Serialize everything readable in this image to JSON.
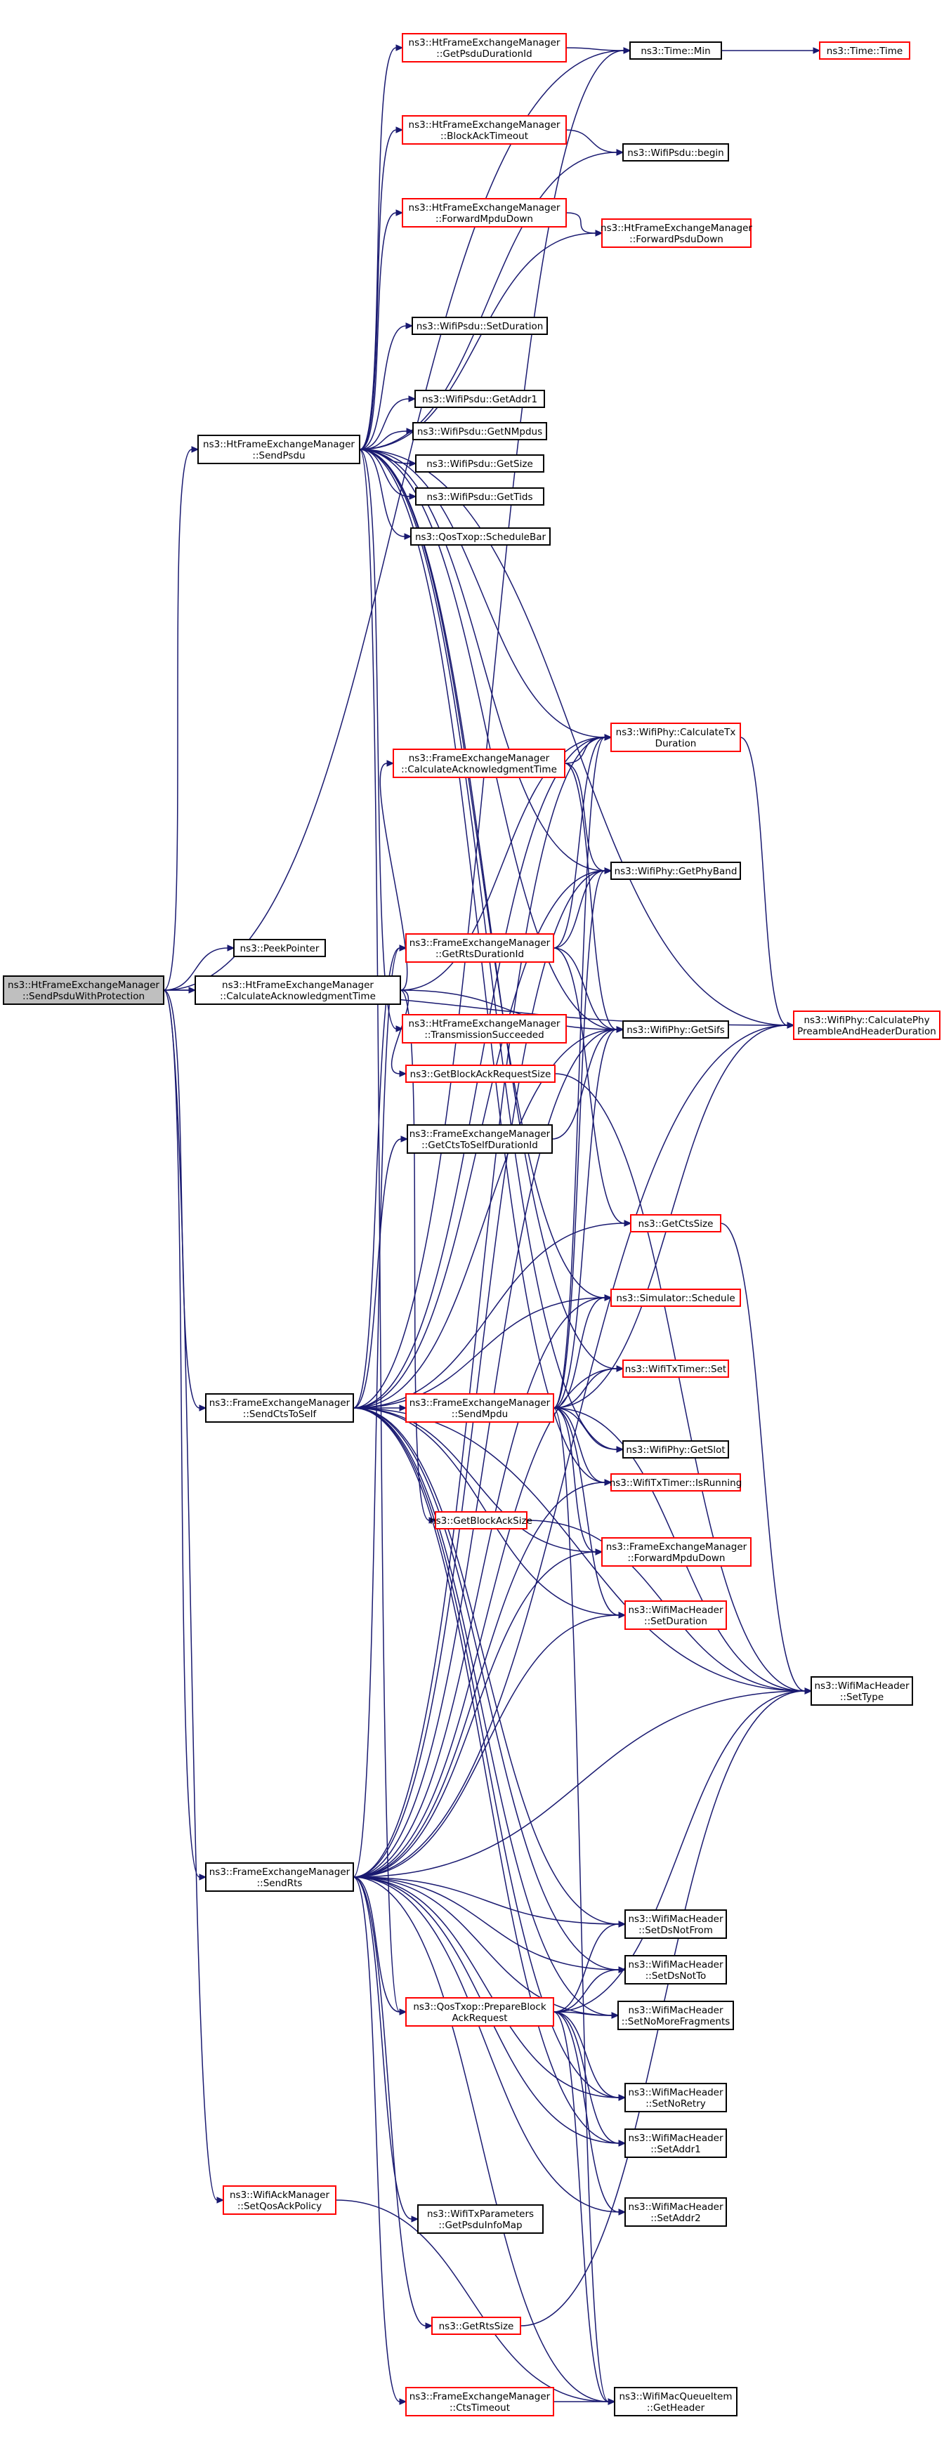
{
  "colors": {
    "edge": "#191970",
    "border_default": "#000000",
    "border_incomplete": "#ff0000",
    "fill_default": "#ffffff",
    "fill_root": "#bfbfbf"
  },
  "nodes": [
    {
      "id": "root",
      "lines": [
        "ns3::HtFrameExchangeManager",
        "::SendPsduWithProtection"
      ],
      "style": "root"
    },
    {
      "id": "getPsduDur",
      "lines": [
        "ns3::HtFrameExchangeManager",
        "::GetPsduDurationId"
      ],
      "style": "red"
    },
    {
      "id": "blockAckTimeout",
      "lines": [
        "ns3::HtFrameExchangeManager",
        "::BlockAckTimeout"
      ],
      "style": "red"
    },
    {
      "id": "fwdMpduDown",
      "lines": [
        "ns3::HtFrameExchangeManager",
        "::ForwardMpduDown"
      ],
      "style": "red"
    },
    {
      "id": "sendPsdu",
      "lines": [
        "ns3::HtFrameExchangeManager",
        "::SendPsdu"
      ],
      "style": "black"
    },
    {
      "id": "peek",
      "lines": [
        "ns3::PeekPointer"
      ],
      "style": "black"
    },
    {
      "id": "calcAckHt",
      "lines": [
        "ns3::HtFrameExchangeManager",
        "::CalculateAcknowledgmentTime"
      ],
      "style": "black"
    },
    {
      "id": "sendCtsToSelf",
      "lines": [
        "ns3::FrameExchangeManager",
        "::SendCtsToSelf"
      ],
      "style": "black"
    },
    {
      "id": "sendRts",
      "lines": [
        "ns3::FrameExchangeManager",
        "::SendRts"
      ],
      "style": "black"
    },
    {
      "id": "setQosAck",
      "lines": [
        "ns3::WifiAckManager",
        "::SetQosAckPolicy"
      ],
      "style": "red"
    },
    {
      "id": "timeMin",
      "lines": [
        "ns3::Time::Min"
      ],
      "style": "black"
    },
    {
      "id": "psduBegin",
      "lines": [
        "ns3::WifiPsdu::begin"
      ],
      "style": "black"
    },
    {
      "id": "fwdPsduDown",
      "lines": [
        "ns3::HtFrameExchangeManager",
        "::ForwardPsduDown"
      ],
      "style": "red"
    },
    {
      "id": "setDurPsdu",
      "lines": [
        "ns3::WifiPsdu::SetDuration"
      ],
      "style": "black"
    },
    {
      "id": "getAddr1",
      "lines": [
        "ns3::WifiPsdu::GetAddr1"
      ],
      "style": "black"
    },
    {
      "id": "getNMpdus",
      "lines": [
        "ns3::WifiPsdu::GetNMpdus"
      ],
      "style": "black"
    },
    {
      "id": "getSize",
      "lines": [
        "ns3::WifiPsdu::GetSize"
      ],
      "style": "black"
    },
    {
      "id": "getTids",
      "lines": [
        "ns3::WifiPsdu::GetTids"
      ],
      "style": "black"
    },
    {
      "id": "schedBar",
      "lines": [
        "ns3::QosTxop::ScheduleBar"
      ],
      "style": "black"
    },
    {
      "id": "timeTime",
      "lines": [
        "ns3::Time::Time"
      ],
      "style": "red"
    },
    {
      "id": "calcAckFem",
      "lines": [
        "ns3::FrameExchangeManager",
        "::CalculateAcknowledgmentTime"
      ],
      "style": "red"
    },
    {
      "id": "getRtsDur",
      "lines": [
        "ns3::FrameExchangeManager",
        "::GetRtsDurationId"
      ],
      "style": "red"
    },
    {
      "id": "txSucceeded",
      "lines": [
        "ns3::HtFrameExchangeManager",
        "::TransmissionSucceeded"
      ],
      "style": "red"
    },
    {
      "id": "getBarSize",
      "lines": [
        "ns3::GetBlockAckRequestSize"
      ],
      "style": "red"
    },
    {
      "id": "getCtsToSelfDur",
      "lines": [
        "ns3::FrameExchangeManager",
        "::GetCtsToSelfDurationId"
      ],
      "style": "black"
    },
    {
      "id": "sendMpdu",
      "lines": [
        "ns3::FrameExchangeManager",
        "::SendMpdu"
      ],
      "style": "red"
    },
    {
      "id": "getBaSize",
      "lines": [
        "ns3::GetBlockAckSize"
      ],
      "style": "red"
    },
    {
      "id": "prepBar",
      "lines": [
        "ns3::QosTxop::PrepareBlock",
        "AckRequest"
      ],
      "style": "red"
    },
    {
      "id": "txParams",
      "lines": [
        "ns3::WifiTxParameters",
        "::GetPsduInfoMap"
      ],
      "style": "black"
    },
    {
      "id": "getRtsSize",
      "lines": [
        "ns3::GetRtsSize"
      ],
      "style": "red"
    },
    {
      "id": "ctsTimeout",
      "lines": [
        "ns3::FrameExchangeManager",
        "::CtsTimeout"
      ],
      "style": "red"
    },
    {
      "id": "calcTx",
      "lines": [
        "ns3::WifiPhy::CalculateTx",
        "Duration"
      ],
      "style": "red"
    },
    {
      "id": "getPhyBand",
      "lines": [
        "ns3::WifiPhy::GetPhyBand"
      ],
      "style": "black"
    },
    {
      "id": "getSifs",
      "lines": [
        "ns3::WifiPhy::GetSifs"
      ],
      "style": "black"
    },
    {
      "id": "getCtsSize",
      "lines": [
        "ns3::GetCtsSize"
      ],
      "style": "red"
    },
    {
      "id": "simSchedule",
      "lines": [
        "ns3::Simulator::Schedule"
      ],
      "style": "red"
    },
    {
      "id": "timerSet",
      "lines": [
        "ns3::WifiTxTimer::Set"
      ],
      "style": "red"
    },
    {
      "id": "getSlot",
      "lines": [
        "ns3::WifiPhy::GetSlot"
      ],
      "style": "black"
    },
    {
      "id": "isRunning",
      "lines": [
        "ns3::WifiTxTimer::IsRunning"
      ],
      "style": "red"
    },
    {
      "id": "femFwdMpdu",
      "lines": [
        "ns3::FrameExchangeManager",
        "::ForwardMpduDown"
      ],
      "style": "red"
    },
    {
      "id": "setDurHdr",
      "lines": [
        "ns3::WifiMacHeader",
        "::SetDuration"
      ],
      "style": "red"
    },
    {
      "id": "setDsNotFrom",
      "lines": [
        "ns3::WifiMacHeader",
        "::SetDsNotFrom"
      ],
      "style": "black"
    },
    {
      "id": "setDsNotTo",
      "lines": [
        "ns3::WifiMacHeader",
        "::SetDsNotTo"
      ],
      "style": "black"
    },
    {
      "id": "setNoMoreFrag",
      "lines": [
        "ns3::WifiMacHeader",
        "::SetNoMoreFragments"
      ],
      "style": "black"
    },
    {
      "id": "setNoRetry",
      "lines": [
        "ns3::WifiMacHeader",
        "::SetNoRetry"
      ],
      "style": "black"
    },
    {
      "id": "setAddr1",
      "lines": [
        "ns3::WifiMacHeader",
        "::SetAddr1"
      ],
      "style": "black"
    },
    {
      "id": "setAddr2",
      "lines": [
        "ns3::WifiMacHeader",
        "::SetAddr2"
      ],
      "style": "black"
    },
    {
      "id": "getHeader",
      "lines": [
        "ns3::WifiMacQueueItem",
        "::GetHeader"
      ],
      "style": "black"
    },
    {
      "id": "calcPreamble",
      "lines": [
        "ns3::WifiPhy::CalculatePhy",
        "PreambleAndHeaderDuration"
      ],
      "style": "red"
    },
    {
      "id": "setType",
      "lines": [
        "ns3::WifiMacHeader",
        "::SetType"
      ],
      "style": "black"
    }
  ],
  "edges": [
    [
      "root",
      "timeMin"
    ],
    [
      "root",
      "calcPreamble"
    ],
    [
      "root",
      "sendPsdu"
    ],
    [
      "root",
      "peek"
    ],
    [
      "root",
      "calcAckHt"
    ],
    [
      "root",
      "sendCtsToSelf"
    ],
    [
      "root",
      "sendRts"
    ],
    [
      "root",
      "setQosAck"
    ],
    [
      "sendPsdu",
      "getPsduDur"
    ],
    [
      "sendPsdu",
      "blockAckTimeout"
    ],
    [
      "sendPsdu",
      "fwdMpduDown"
    ],
    [
      "sendPsdu",
      "psduBegin"
    ],
    [
      "sendPsdu",
      "fwdPsduDown"
    ],
    [
      "sendPsdu",
      "setDurPsdu"
    ],
    [
      "sendPsdu",
      "getAddr1"
    ],
    [
      "sendPsdu",
      "getNMpdus"
    ],
    [
      "sendPsdu",
      "getSize"
    ],
    [
      "sendPsdu",
      "getTids"
    ],
    [
      "sendPsdu",
      "schedBar"
    ],
    [
      "sendPsdu",
      "calcTx"
    ],
    [
      "sendPsdu",
      "getPhyBand"
    ],
    [
      "sendPsdu",
      "getSifs"
    ],
    [
      "sendPsdu",
      "txSucceeded"
    ],
    [
      "sendPsdu",
      "simSchedule"
    ],
    [
      "sendPsdu",
      "timerSet"
    ],
    [
      "sendPsdu",
      "isRunning"
    ],
    [
      "sendPsdu",
      "getSlot"
    ],
    [
      "sendPsdu",
      "prepBar"
    ],
    [
      "sendPsdu",
      "calcPreamble"
    ],
    [
      "getPsduDur",
      "timeMin"
    ],
    [
      "blockAckTimeout",
      "psduBegin"
    ],
    [
      "fwdMpduDown",
      "fwdPsduDown"
    ],
    [
      "timeMin",
      "timeTime"
    ],
    [
      "calcAckHt",
      "calcAckFem"
    ],
    [
      "calcAckHt",
      "getSifs"
    ],
    [
      "calcAckHt",
      "getBarSize"
    ],
    [
      "calcAckHt",
      "calcTx"
    ],
    [
      "calcAckHt",
      "getBaSize"
    ],
    [
      "calcAckFem",
      "calcTx"
    ],
    [
      "calcAckFem",
      "getPhyBand"
    ],
    [
      "calcAckFem",
      "getSifs"
    ],
    [
      "getRtsDur",
      "calcTx"
    ],
    [
      "getRtsDur",
      "getPhyBand"
    ],
    [
      "getRtsDur",
      "getSifs"
    ],
    [
      "getRtsDur",
      "getCtsSize"
    ],
    [
      "getBarSize",
      "setType"
    ],
    [
      "getCtsToSelfDur",
      "getSifs"
    ],
    [
      "sendCtsToSelf",
      "calcTx"
    ],
    [
      "sendCtsToSelf",
      "getPhyBand"
    ],
    [
      "sendCtsToSelf",
      "getSifs"
    ],
    [
      "sendCtsToSelf",
      "getCtsToSelfDur"
    ],
    [
      "sendCtsToSelf",
      "getCtsSize"
    ],
    [
      "sendCtsToSelf",
      "sendMpdu"
    ],
    [
      "sendCtsToSelf",
      "simSchedule"
    ],
    [
      "sendCtsToSelf",
      "setType"
    ],
    [
      "sendCtsToSelf",
      "femFwdMpdu"
    ],
    [
      "sendCtsToSelf",
      "setDurHdr"
    ],
    [
      "sendCtsToSelf",
      "setDsNotFrom"
    ],
    [
      "sendCtsToSelf",
      "setDsNotTo"
    ],
    [
      "sendCtsToSelf",
      "setNoMoreFrag"
    ],
    [
      "sendCtsToSelf",
      "setNoRetry"
    ],
    [
      "sendCtsToSelf",
      "setAddr1"
    ],
    [
      "sendCtsToSelf",
      "getRtsDur"
    ],
    [
      "sendCtsToSelf",
      "timeMin"
    ],
    [
      "sendMpdu",
      "calcTx"
    ],
    [
      "sendMpdu",
      "getPhyBand"
    ],
    [
      "sendMpdu",
      "getSifs"
    ],
    [
      "sendMpdu",
      "simSchedule"
    ],
    [
      "sendMpdu",
      "timerSet"
    ],
    [
      "sendMpdu",
      "getSlot"
    ],
    [
      "sendMpdu",
      "isRunning"
    ],
    [
      "sendMpdu",
      "femFwdMpdu"
    ],
    [
      "sendMpdu",
      "setDurHdr"
    ],
    [
      "sendMpdu",
      "calcPreamble"
    ],
    [
      "sendMpdu",
      "getHeader"
    ],
    [
      "sendMpdu",
      "setType"
    ],
    [
      "getBaSize",
      "setType"
    ],
    [
      "getCtsSize",
      "setType"
    ],
    [
      "calcTx",
      "calcPreamble"
    ],
    [
      "sendRts",
      "getRtsDur"
    ],
    [
      "sendRts",
      "calcTx"
    ],
    [
      "sendRts",
      "getSifs"
    ],
    [
      "sendRts",
      "isRunning"
    ],
    [
      "sendRts",
      "timerSet"
    ],
    [
      "sendRts",
      "setDurHdr"
    ],
    [
      "sendRts",
      "setType"
    ],
    [
      "sendRts",
      "setDsNotFrom"
    ],
    [
      "sendRts",
      "setDsNotTo"
    ],
    [
      "sendRts",
      "setNoMoreFrag"
    ],
    [
      "sendRts",
      "setNoRetry"
    ],
    [
      "sendRts",
      "setAddr1"
    ],
    [
      "sendRts",
      "setAddr2"
    ],
    [
      "sendRts",
      "txParams"
    ],
    [
      "sendRts",
      "getRtsSize"
    ],
    [
      "sendRts",
      "ctsTimeout"
    ],
    [
      "sendRts",
      "getHeader"
    ],
    [
      "sendRts",
      "prepBar"
    ],
    [
      "sendRts",
      "calcPreamble"
    ],
    [
      "sendRts",
      "getPhyBand"
    ],
    [
      "sendRts",
      "femFwdMpdu"
    ],
    [
      "sendRts",
      "simSchedule"
    ],
    [
      "prepBar",
      "setType"
    ],
    [
      "prepBar",
      "setDsNotFrom"
    ],
    [
      "prepBar",
      "setDsNotTo"
    ],
    [
      "prepBar",
      "setNoMoreFrag"
    ],
    [
      "prepBar",
      "setNoRetry"
    ],
    [
      "prepBar",
      "setAddr1"
    ],
    [
      "prepBar",
      "setAddr2"
    ],
    [
      "prepBar",
      "getHeader"
    ],
    [
      "getRtsSize",
      "setType"
    ],
    [
      "ctsTimeout",
      "getHeader"
    ],
    [
      "setQosAck",
      "getHeader"
    ]
  ]
}
